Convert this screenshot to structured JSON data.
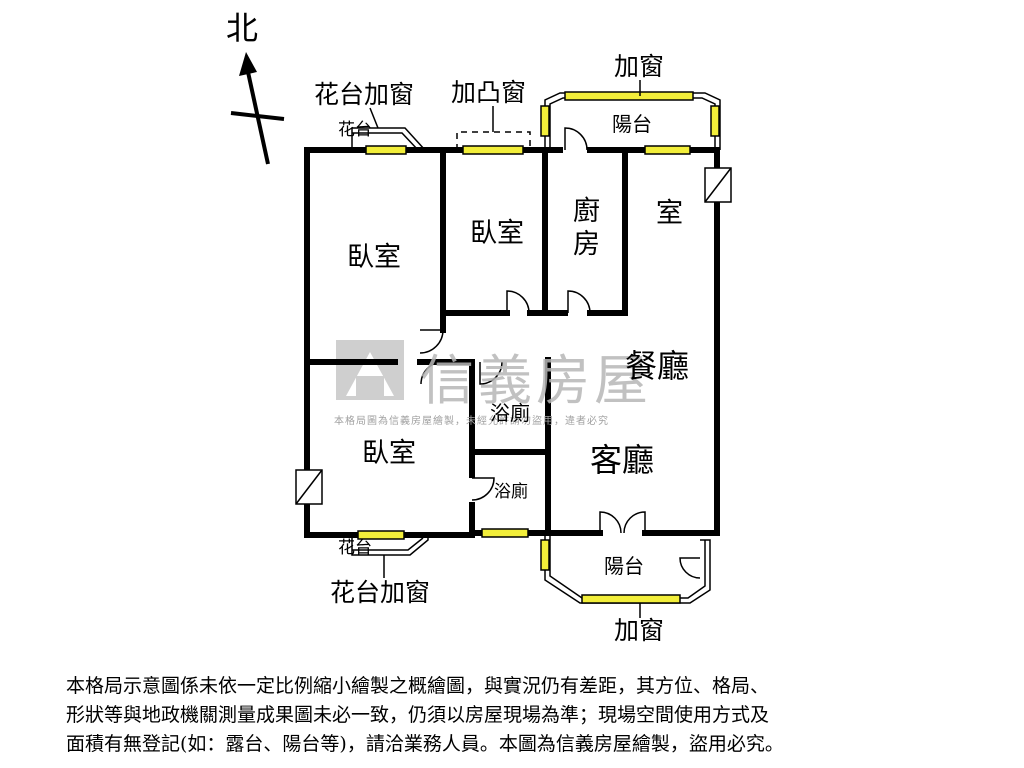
{
  "compass": {
    "label": "北"
  },
  "rooms": {
    "bedroom_nw": "臥室",
    "bedroom_n": "臥室",
    "kitchen": "廚房",
    "room_ne": "室",
    "dining": "餐廳",
    "bathroom_1": "浴廁",
    "bathroom_2": "浴廁",
    "bedroom_sw": "臥室",
    "living": "客廳",
    "balcony_n": "陽台",
    "balcony_s": "陽台",
    "planter_n": "花台",
    "planter_s": "花台"
  },
  "annotations": {
    "planter_window_n": "花台加窗",
    "bay_window": "加凸窗",
    "added_window_n": "加窗",
    "planter_window_s": "花台加窗",
    "added_window_s": "加窗"
  },
  "watermark": {
    "brand": "信義房屋",
    "notice": "本格局圖為信義房屋繪製，未經允許請勿盜用，違者必究"
  },
  "disclaimer": {
    "line1": "本格局示意圖係未依一定比例縮小繪製之概繪圖，與實況仍有差距，其方位、格局、",
    "line2": "形狀等與地政機關測量成果圖未必一致，仍須以房屋現場為準；現場空間使用方式及",
    "line3": "面積有無登記(如：露台、陽台等)，請洽業務人員。本圖為信義房屋繪製，盜用必究。"
  },
  "colors": {
    "wall": "#000000",
    "window_fill": "#f2ee3a",
    "watermark": "#b7b7b7"
  }
}
